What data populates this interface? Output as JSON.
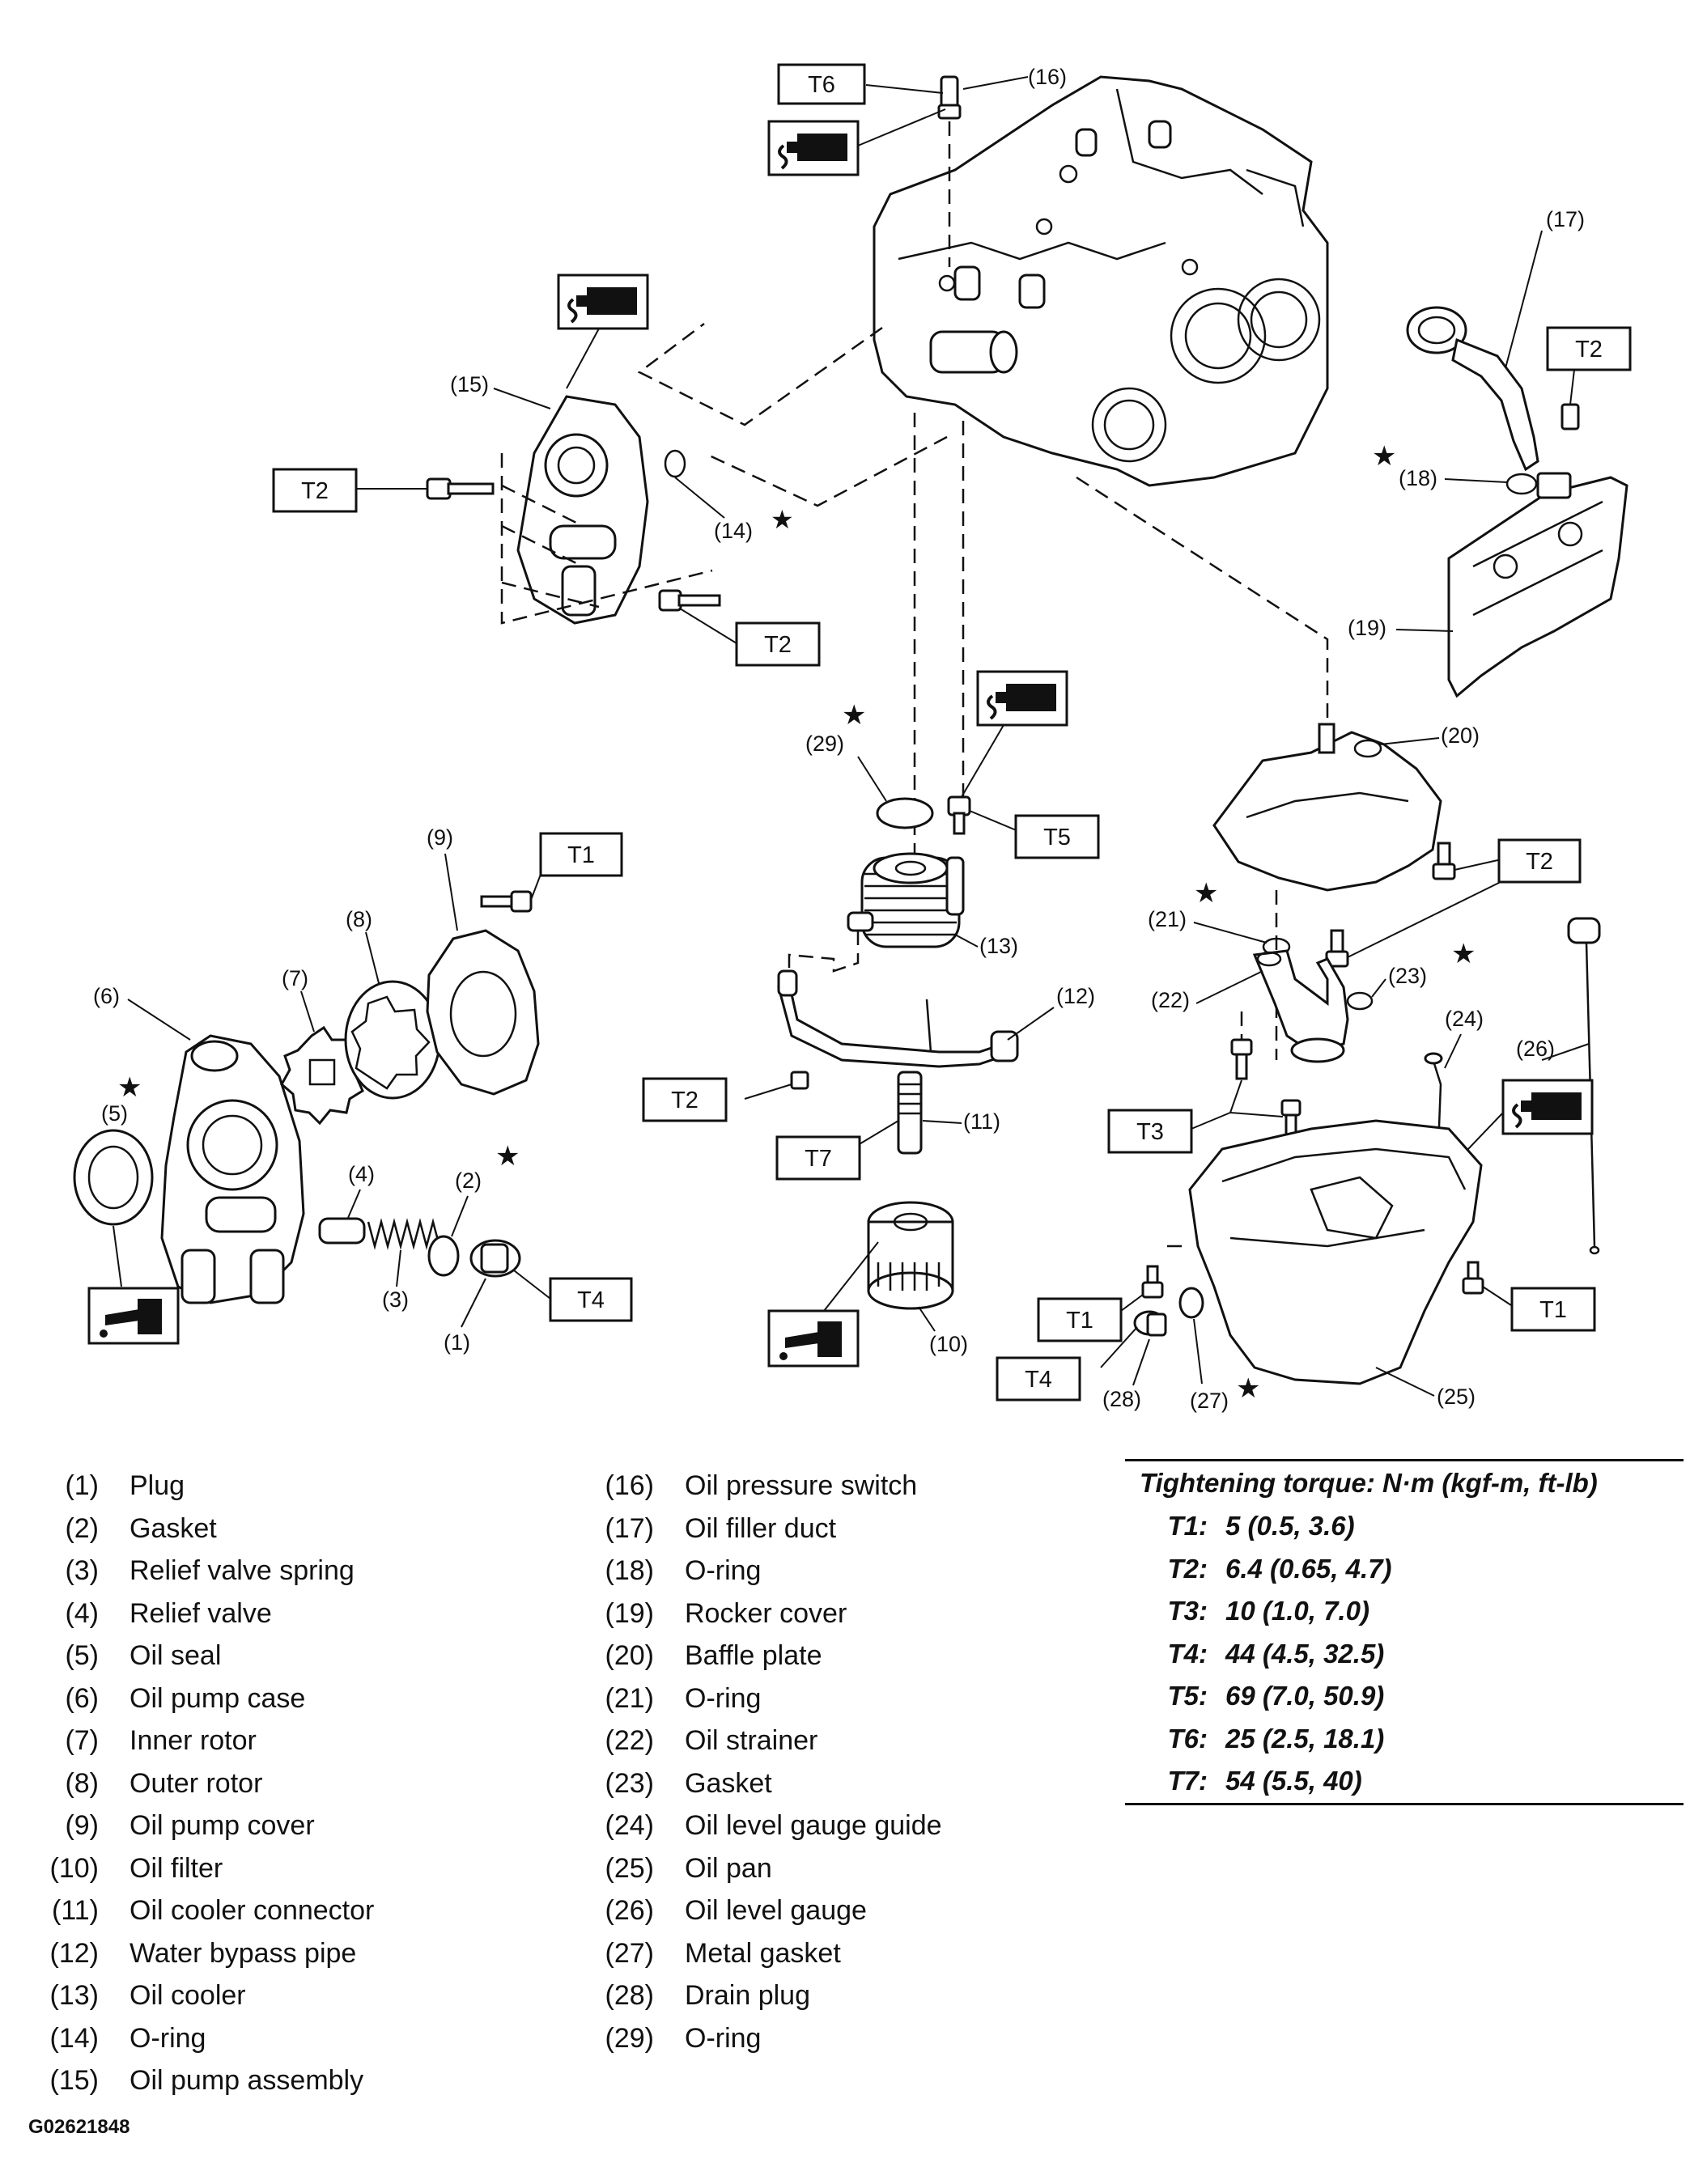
{
  "callouts": {
    "c1": "(1)",
    "c2": "(2)",
    "c3": "(3)",
    "c4": "(4)",
    "c5": "(5)",
    "c6": "(6)",
    "c7": "(7)",
    "c8": "(8)",
    "c9": "(9)",
    "c10": "(10)",
    "c11": "(11)",
    "c12": "(12)",
    "c13": "(13)",
    "c14": "(14)",
    "c15": "(15)",
    "c16": "(16)",
    "c17": "(17)",
    "c18": "(18)",
    "c19": "(19)",
    "c20": "(20)",
    "c21": "(21)",
    "c22": "(22)",
    "c23": "(23)",
    "c24": "(24)",
    "c25": "(25)",
    "c26": "(26)",
    "c27": "(27)",
    "c28": "(28)",
    "c29": "(29)"
  },
  "torque_boxes": {
    "t6_top": "T6",
    "t2_pump_left": "T2",
    "t2_pump_bottom": "T2",
    "t2_filler": "T2",
    "t1_cover": "T1",
    "t5_cooler": "T5",
    "t2_bypass": "T2",
    "t7_connector": "T7",
    "t4_plug": "T4",
    "t2_baffle": "T2",
    "t3_strainer": "T3",
    "t1_pan_left": "T1",
    "t1_pan_right": "T1",
    "t4_drain": "T4"
  },
  "symbols": {
    "star": "★",
    "sealant_icon": "sealant-icon",
    "oil_icon": "apply-oil-icon"
  },
  "legend_left": [
    {
      "num": "(1)",
      "name": "Plug"
    },
    {
      "num": "(2)",
      "name": "Gasket"
    },
    {
      "num": "(3)",
      "name": "Relief valve spring"
    },
    {
      "num": "(4)",
      "name": "Relief valve"
    },
    {
      "num": "(5)",
      "name": "Oil seal"
    },
    {
      "num": "(6)",
      "name": "Oil pump case"
    },
    {
      "num": "(7)",
      "name": "Inner rotor"
    },
    {
      "num": "(8)",
      "name": "Outer rotor"
    },
    {
      "num": "(9)",
      "name": "Oil pump cover"
    },
    {
      "num": "(10)",
      "name": "Oil filter"
    },
    {
      "num": "(11)",
      "name": "Oil cooler connector"
    },
    {
      "num": "(12)",
      "name": "Water bypass pipe"
    },
    {
      "num": "(13)",
      "name": "Oil cooler"
    },
    {
      "num": "(14)",
      "name": "O-ring"
    },
    {
      "num": "(15)",
      "name": "Oil pump assembly"
    }
  ],
  "legend_mid": [
    {
      "num": "(16)",
      "name": "Oil pressure switch"
    },
    {
      "num": "(17)",
      "name": "Oil filler duct"
    },
    {
      "num": "(18)",
      "name": "O-ring"
    },
    {
      "num": "(19)",
      "name": "Rocker cover"
    },
    {
      "num": "(20)",
      "name": "Baffle plate"
    },
    {
      "num": "(21)",
      "name": "O-ring"
    },
    {
      "num": "(22)",
      "name": "Oil strainer"
    },
    {
      "num": "(23)",
      "name": "Gasket"
    },
    {
      "num": "(24)",
      "name": "Oil level gauge guide"
    },
    {
      "num": "(25)",
      "name": "Oil pan"
    },
    {
      "num": "(26)",
      "name": "Oil level gauge"
    },
    {
      "num": "(27)",
      "name": "Metal gasket"
    },
    {
      "num": "(28)",
      "name": "Drain plug"
    },
    {
      "num": "(29)",
      "name": "O-ring"
    }
  ],
  "torque_table": {
    "title": "Tightening torque: N·m (kgf-m, ft-lb)",
    "rows": [
      {
        "key": "T1:",
        "value": "5 (0.5, 3.6)"
      },
      {
        "key": "T2:",
        "value": "6.4 (0.65, 4.7)"
      },
      {
        "key": "T3:",
        "value": "10 (1.0, 7.0)"
      },
      {
        "key": "T4:",
        "value": "44 (4.5, 32.5)"
      },
      {
        "key": "T5:",
        "value": "69 (7.0, 50.9)"
      },
      {
        "key": "T6:",
        "value": "25 (2.5, 18.1)"
      },
      {
        "key": "T7:",
        "value": "54 (5.5, 40)"
      }
    ]
  },
  "figure_code": "G02621848"
}
